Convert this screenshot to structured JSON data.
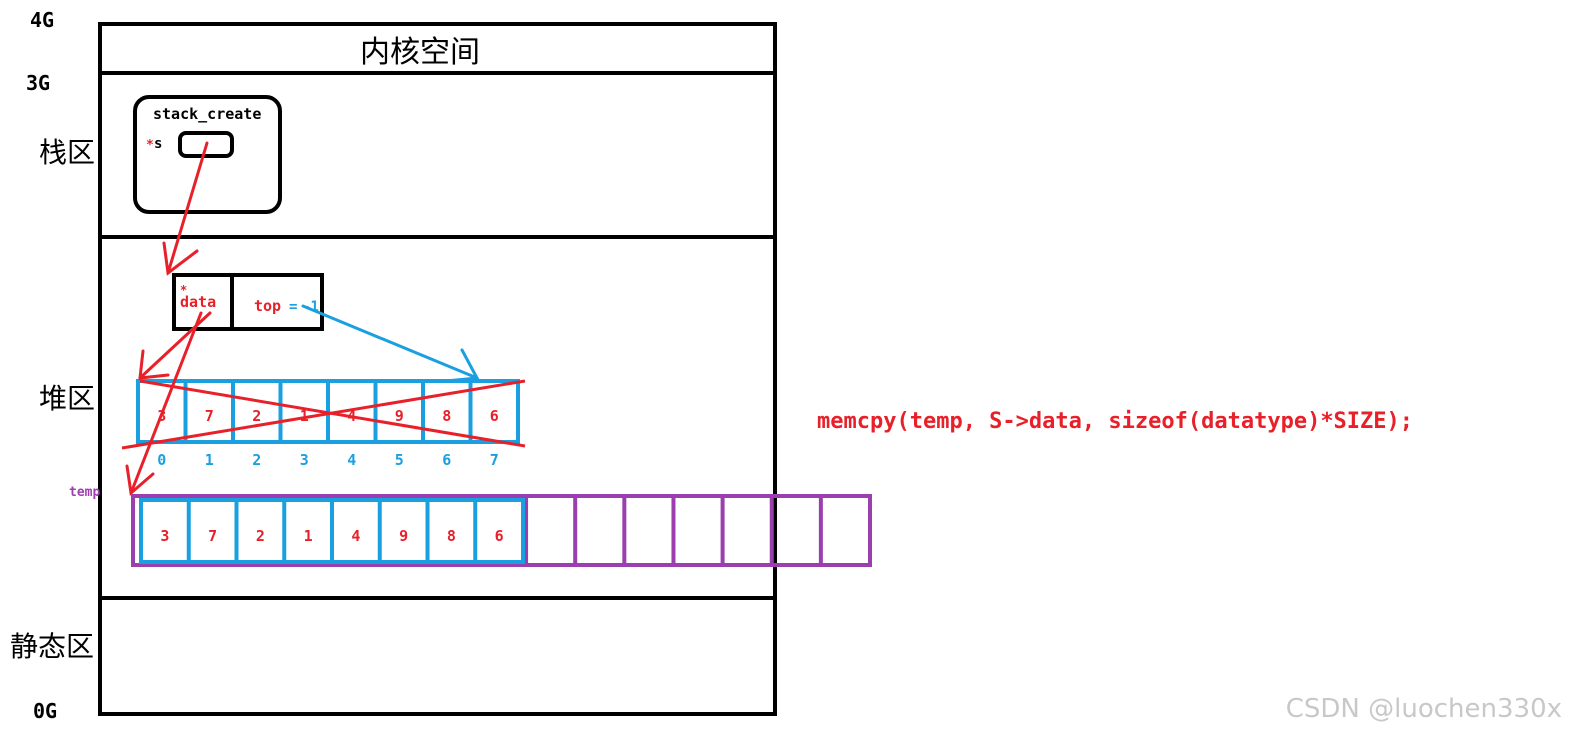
{
  "address_labels": {
    "top": "4G",
    "kernel_bottom": "3G",
    "bottom": "0G"
  },
  "regions": {
    "kernel": "内核空间",
    "stack": "栈区",
    "heap": "堆区",
    "static": "静态区"
  },
  "stack_frame": {
    "function_name": "stack_create",
    "pointer_star": "*",
    "pointer_name": "s"
  },
  "stack_struct": {
    "data_star": "*",
    "data_field": "data",
    "top_field": "top",
    "top_equals": "=",
    "top_value": "-1"
  },
  "old_array": {
    "values": [
      "3",
      "7",
      "2",
      "1",
      "4",
      "9",
      "8",
      "6"
    ],
    "indices": [
      "0",
      "1",
      "2",
      "3",
      "4",
      "5",
      "6",
      "7"
    ]
  },
  "new_array": {
    "pointer_label": "temp",
    "values": [
      "3",
      "7",
      "2",
      "1",
      "4",
      "9",
      "8",
      "6"
    ]
  },
  "code_line": "memcpy(temp, S->data, sizeof(datatype)*SIZE);",
  "watermark": "CSDN @luochen330x",
  "colors": {
    "outline": "#000000",
    "red": "#e8202a",
    "blue": "#1aa0e0",
    "purple": "#9b3fae",
    "watermark": "#c8c8c8"
  }
}
